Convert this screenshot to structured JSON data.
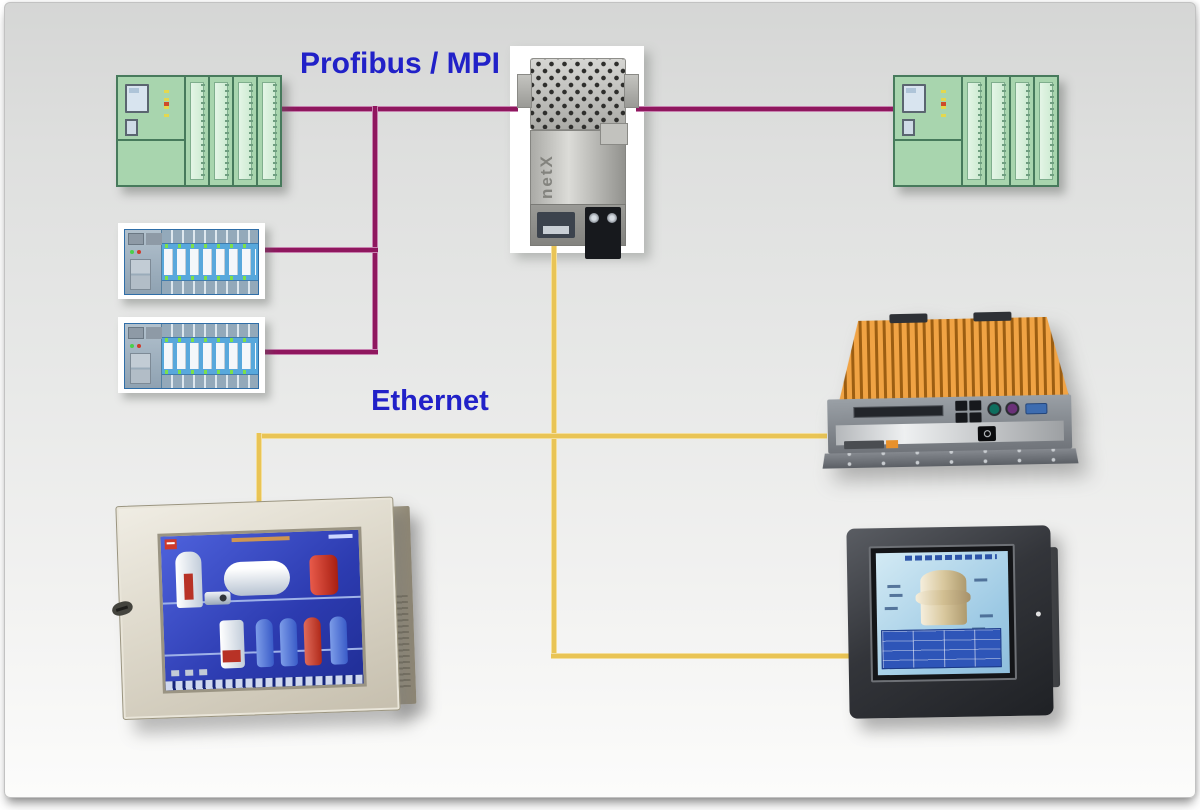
{
  "diagram": {
    "title_labels": {
      "profibus_mpi": "Profibus / MPI",
      "ethernet": "Ethernet"
    },
    "gateway": {
      "brand_text": "netX"
    },
    "colors": {
      "profibus_line": "#8F175E",
      "ethernet_line": "#E9C455",
      "label_blue": "#2121C8",
      "plc_green": "#A8D5AE",
      "io_blue": "#58A8DC",
      "ipc_orange": "#ED9C3C",
      "background": "#E7E8E7"
    },
    "nodes": [
      {
        "id": "plc-left",
        "kind": "plc-rack"
      },
      {
        "id": "plc-right",
        "kind": "plc-rack"
      },
      {
        "id": "remote-io-1",
        "kind": "remote-io-station"
      },
      {
        "id": "remote-io-2",
        "kind": "remote-io-station"
      },
      {
        "id": "profibus-gateway",
        "kind": "bus-connector"
      },
      {
        "id": "box-pc",
        "kind": "embedded-box-pc"
      },
      {
        "id": "panel-pc",
        "kind": "panel-pc-touchscreen"
      },
      {
        "id": "hmi-panel",
        "kind": "hmi-touch-panel"
      }
    ],
    "connections": [
      {
        "from": "plc-left",
        "to": "profibus-gateway",
        "network": "Profibus / MPI"
      },
      {
        "from": "remote-io-1",
        "to": "profibus-trunk",
        "network": "Profibus / MPI"
      },
      {
        "from": "remote-io-2",
        "to": "profibus-trunk",
        "network": "Profibus / MPI"
      },
      {
        "from": "profibus-gateway",
        "to": "plc-right",
        "network": "Profibus / MPI"
      },
      {
        "from": "profibus-gateway",
        "to": "ethernet-bus",
        "network": "Ethernet"
      },
      {
        "from": "ethernet-bus",
        "to": "box-pc",
        "network": "Ethernet"
      },
      {
        "from": "ethernet-bus",
        "to": "panel-pc",
        "network": "Ethernet"
      },
      {
        "from": "ethernet-bus",
        "to": "hmi-panel",
        "network": "Ethernet"
      }
    ]
  }
}
